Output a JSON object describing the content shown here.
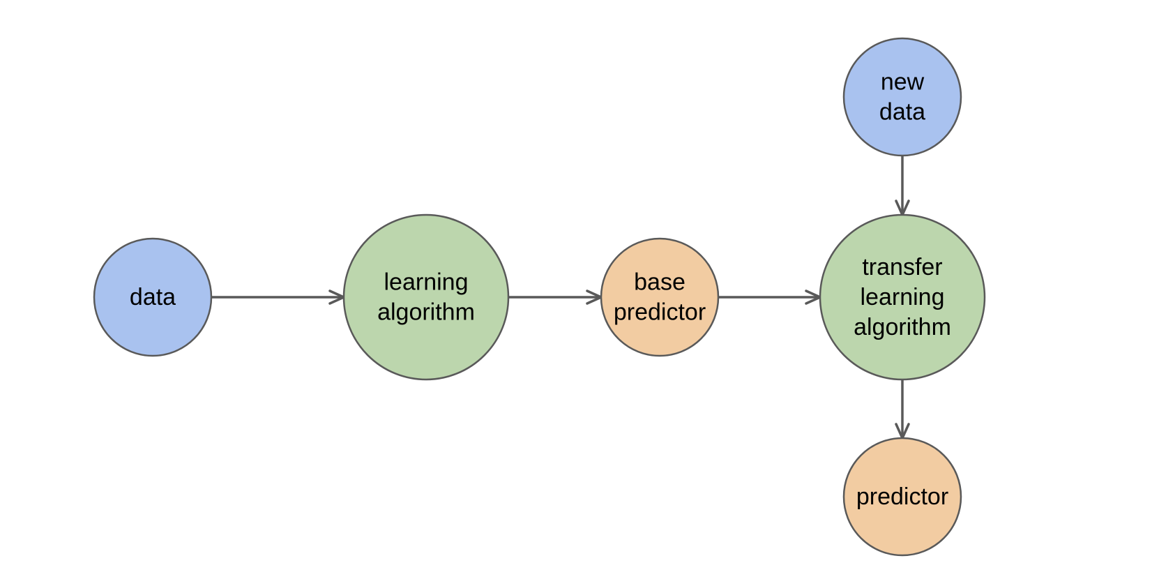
{
  "colors": {
    "data_node": "#a9c2ef",
    "algorithm_node": "#bcd6ad",
    "predictor_node": "#f2cca2",
    "edge": "#595959"
  },
  "nodes": {
    "data": {
      "lines": [
        "data"
      ]
    },
    "learning_algorithm": {
      "lines": [
        "learning",
        "algorithm"
      ]
    },
    "base_predictor": {
      "lines": [
        "base",
        "predictor"
      ]
    },
    "new_data": {
      "lines": [
        "new",
        "data"
      ]
    },
    "transfer_learning_algorithm": {
      "lines": [
        "transfer",
        "learning",
        "algorithm"
      ]
    },
    "predictor": {
      "lines": [
        "predictor"
      ]
    }
  },
  "edges": [
    {
      "from": "data",
      "to": "learning_algorithm"
    },
    {
      "from": "learning_algorithm",
      "to": "base_predictor"
    },
    {
      "from": "base_predictor",
      "to": "transfer_learning_algorithm"
    },
    {
      "from": "new_data",
      "to": "transfer_learning_algorithm"
    },
    {
      "from": "transfer_learning_algorithm",
      "to": "predictor"
    }
  ]
}
